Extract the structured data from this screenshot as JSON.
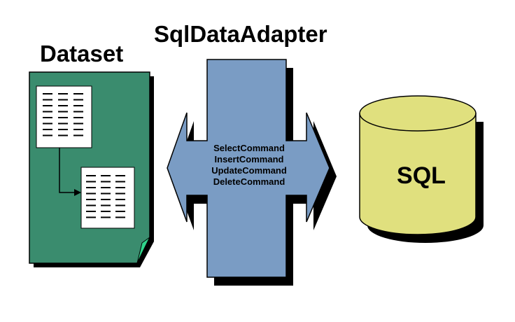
{
  "titles": {
    "dataset": "Dataset",
    "adapter": "SqlDataAdapter"
  },
  "adapter_commands": [
    "SelectCommand",
    "InsertCommand",
    "UpdateCommand",
    "DeleteCommand"
  ],
  "database_label": "SQL",
  "colors": {
    "dataset_fill": "#3a8c6e",
    "adapter_fill": "#7a9cc4",
    "database_fill": "#e0e07e",
    "table_fill": "#ffffff",
    "shadow": "#000000"
  }
}
